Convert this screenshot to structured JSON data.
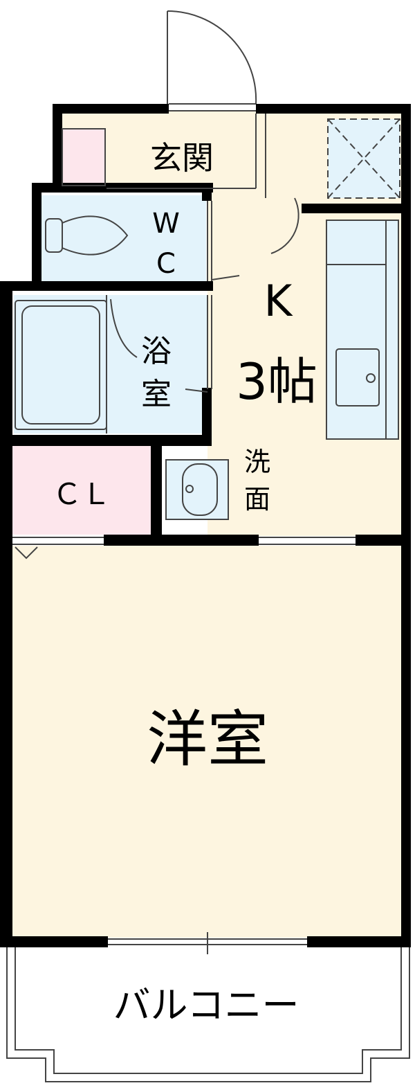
{
  "rooms": {
    "genkan": "玄関",
    "wc_line1": "W",
    "wc_line2": "C",
    "kitchen_line1": "K",
    "kitchen_line2": "3帖",
    "bath_line1": "浴",
    "bath_line2": "室",
    "senmen_line1": "洗",
    "senmen_line2": "面",
    "closet": "ＣＬ",
    "western_room": "洋室",
    "balcony": "バルコニー"
  },
  "colors": {
    "wall": "#000000",
    "floor": "#fdf5e0",
    "wet_area": "#e3f3fb",
    "storage": "#fde6ec",
    "line": "#444444"
  }
}
